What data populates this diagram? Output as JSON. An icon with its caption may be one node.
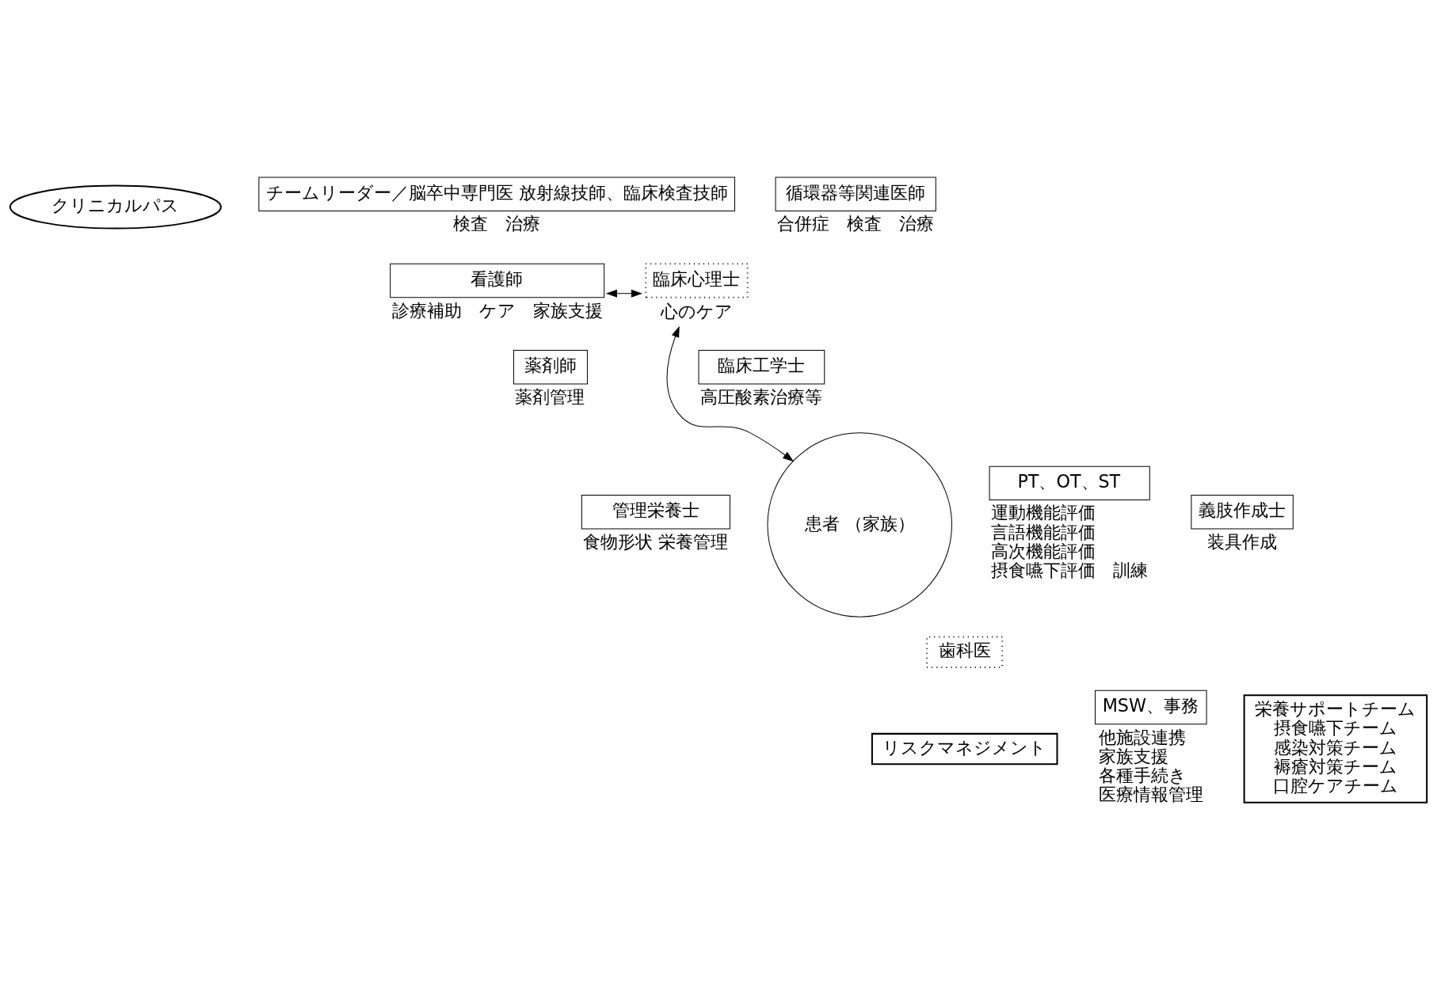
{
  "diagram": {
    "nodes": [
      {
        "text": [
          "チームリーダー／脳卒中専門医 放射線技師、臨床検査技師"
        ],
        "beside": [
          "検査　治療"
        ]
      },
      {
        "text": [
          "循環器等関連医師"
        ],
        "beside": [
          "合併症　検査　治療"
        ]
      },
      {
        "text": [
          "クリニカルパス"
        ]
      },
      {
        "text": [
          "看護師"
        ],
        "beside": [
          "診療補助　ケア　家族支援"
        ]
      },
      {
        "text": [
          "臨床心理士"
        ],
        "beside": [
          "心のケア"
        ]
      },
      {
        "text": [
          "薬剤師"
        ],
        "beside": [
          "薬剤管理"
        ]
      },
      {
        "text": [
          "臨床工学士"
        ],
        "beside": [
          "高圧酸素治療等"
        ]
      },
      {
        "text": [
          "患者 （家族）"
        ]
      },
      {
        "text": [
          "管理栄養士"
        ],
        "beside": [
          "食物形状 栄養管理"
        ]
      },
      {
        "text": [
          "PT、OT、ST"
        ],
        "beside": [
          "運動機能評価",
          "言語機能評価",
          "高次機能評価",
          "摂食嚥下評価　訓練"
        ]
      },
      {
        "text": [
          "義肢作成士"
        ],
        "beside": [
          "装具作成"
        ]
      },
      {
        "text": [
          "歯科医"
        ]
      },
      {
        "text": [
          "MSW、事務"
        ],
        "beside": [
          "他施設連携",
          "家族支援",
          "各種手続き",
          "医療情報管理"
        ]
      },
      {
        "text": [
          "リスクマネジメント"
        ]
      },
      {
        "text": [
          "栄養サポートチーム",
          "摂食嚥下チーム",
          "感染対策チーム",
          "褥瘡対策チーム",
          "口腔ケアチーム"
        ]
      }
    ],
    "edges": [
      {
        "from": 3,
        "to": 4,
        "arrow": "both"
      },
      {
        "from": 4,
        "to": 7,
        "arrow": "both"
      }
    ]
  }
}
